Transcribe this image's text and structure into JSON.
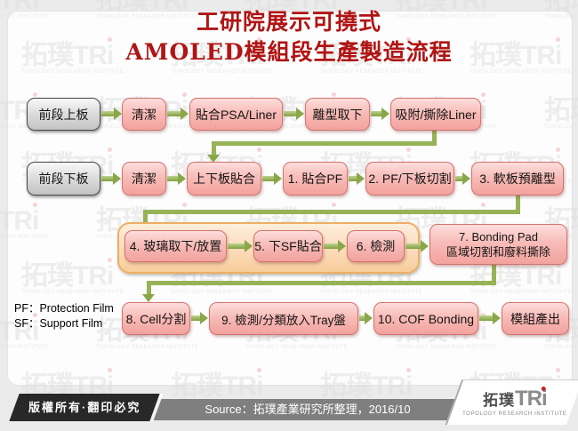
{
  "title": {
    "line1": "工研院展示可撓式",
    "line2": "AMOLED模組段生產製造流程"
  },
  "watermark": {
    "cjk": "拓璞",
    "latin_head": "TR",
    "latin_tail": "i",
    "caption": "TOPOLOGY RESEARCH INSTITUTE"
  },
  "flow": {
    "r1": [
      {
        "label": "前段上板",
        "type": "gray"
      },
      {
        "label": "清潔",
        "type": "pink"
      },
      {
        "label": "貼合PSA/Liner",
        "type": "pink"
      },
      {
        "label": "離型取下",
        "type": "pink"
      },
      {
        "label": "吸附/撕除Liner",
        "type": "pink"
      }
    ],
    "r2": [
      {
        "label": "前段下板",
        "type": "gray"
      },
      {
        "label": "清潔",
        "type": "pink"
      },
      {
        "label": "上下板貼合",
        "type": "pink"
      },
      {
        "label": "1. 貼合PF",
        "type": "pink"
      },
      {
        "label": "2. PF/下板切割",
        "type": "pink"
      },
      {
        "label": "3. 軟板預離型",
        "type": "pink"
      }
    ],
    "r3": [
      {
        "label": "4. 玻璃取下/放置",
        "type": "pink"
      },
      {
        "label": "5. 下SF貼合",
        "type": "pink"
      },
      {
        "label": "6. 檢測",
        "type": "pink"
      },
      {
        "line1": "7. Bonding Pad",
        "line2": "區域切割和廢料撕除",
        "type": "pink"
      }
    ],
    "r4": [
      {
        "label": "8. Cell分割",
        "type": "pink"
      },
      {
        "label": "9. 檢測/分類放入Tray盤",
        "type": "pink"
      },
      {
        "label": "10. COF Bonding",
        "type": "pink"
      },
      {
        "label": "模組產出",
        "type": "pink"
      }
    ]
  },
  "legend": {
    "lines": [
      "PF：Protection Film",
      "SF：Support Film"
    ]
  },
  "footer": {
    "copyright": "版權所有·翻印必究",
    "source": "Source：拓璞產業研究所整理，2016/10",
    "logo_cjk": "拓璞",
    "logo_latin": "TRi",
    "logo_caption": "TOPOLOGY RESEARCH INSTITUTE"
  },
  "colors": {
    "title_red": "#b11414",
    "node_pink": "#f2a29e",
    "node_pink_border": "#d4736e",
    "node_gray_border": "#474747",
    "group_orange": "#f8cc9c",
    "group_orange_border": "#edaf63",
    "arrow_green": "#8aa748",
    "footer_dark": "#282828",
    "footer_gray": "#7f7f7f",
    "background": "#ebebeb"
  }
}
